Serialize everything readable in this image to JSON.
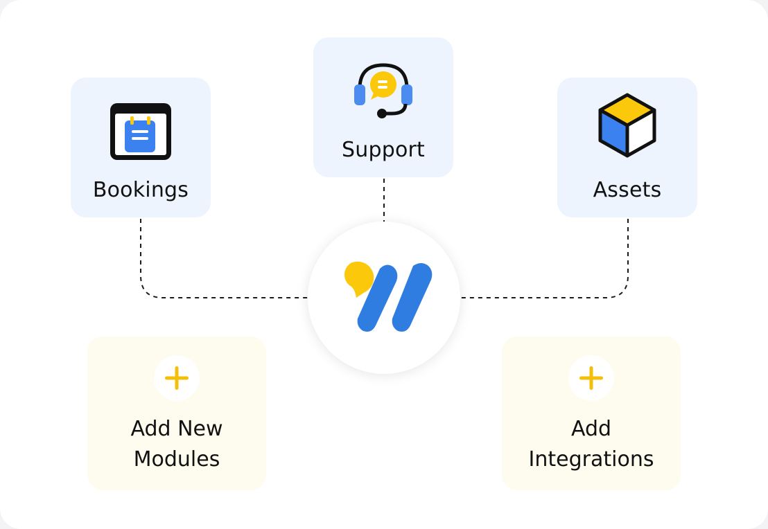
{
  "colors": {
    "blue_card": "#eef4fe",
    "yellow_card": "#fefcee",
    "brand_blue": "#2f7de1",
    "brand_yellow": "#fbc80b",
    "dark": "#111111"
  },
  "hub": {
    "logo_icon": "logo-icon"
  },
  "modules": {
    "support": {
      "label": "Support",
      "icon": "headset-icon"
    },
    "bookings": {
      "label": "Bookings",
      "icon": "calendar-icon"
    },
    "assets": {
      "label": "Assets",
      "icon": "cube-icon"
    }
  },
  "actions": {
    "add_modules": {
      "line1": "Add New",
      "line2": "Modules",
      "icon": "plus-icon"
    },
    "add_integrations": {
      "line1": "Add",
      "line2": "Integrations",
      "icon": "plus-icon"
    }
  }
}
